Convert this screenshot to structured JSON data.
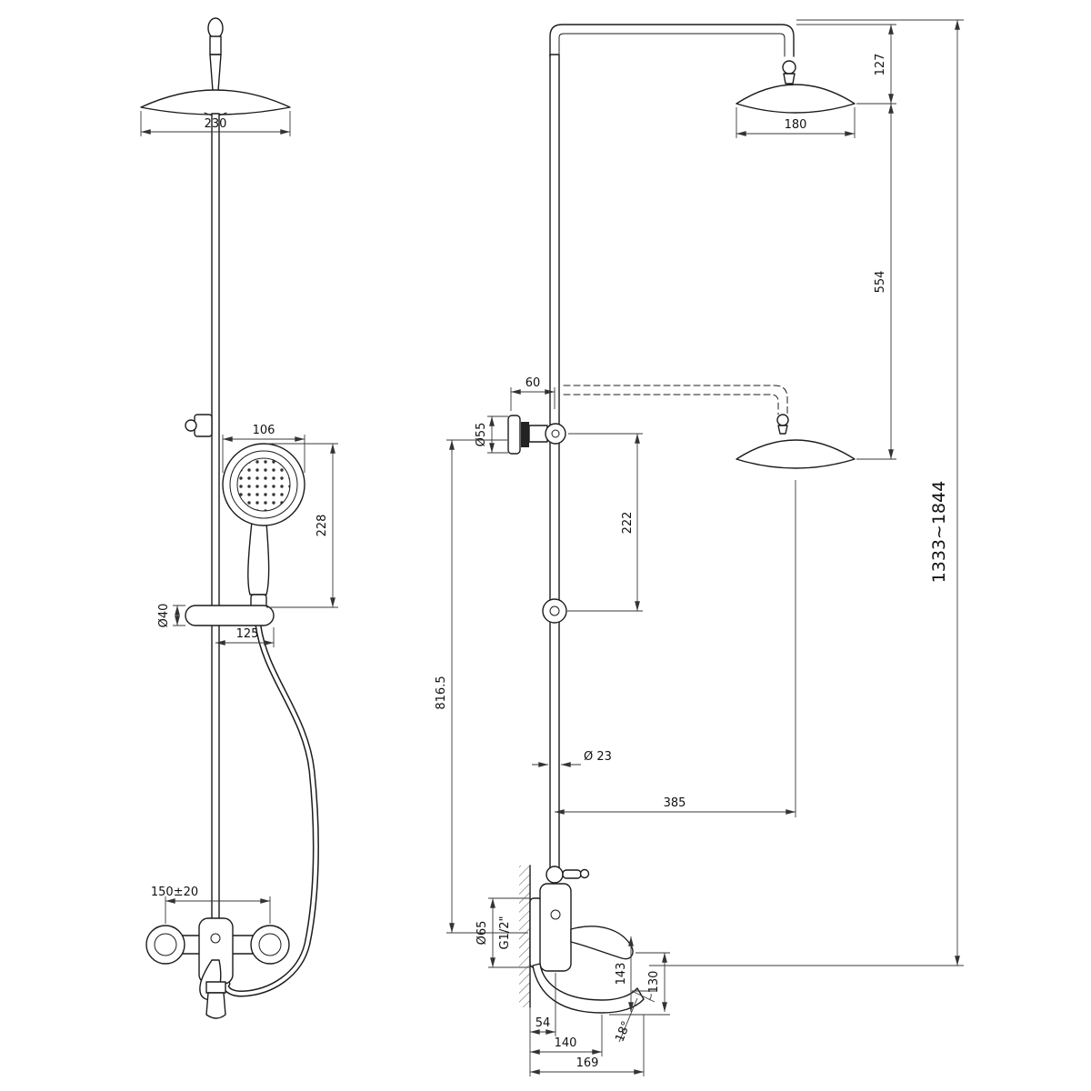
{
  "front_view": {
    "dimensions": {
      "overhead_shower_width": "230",
      "hand_shower_face_width": "106",
      "hand_shower_length": "228",
      "slide_bar_diameter": "Ø40",
      "holder_length": "125",
      "supply_centers": "150±20"
    }
  },
  "side_view": {
    "dimensions": {
      "head_height": "127",
      "overhead_shower_depth": "180",
      "upper_column_travel": "554",
      "wall_to_column": "60",
      "bracket_diameter": "Ø55",
      "bracket_to_knob": "222",
      "column_length": "816.5",
      "pipe_diameter": "Ø 23",
      "arm_reach": "385",
      "flange_diameter": "Ø65",
      "connection_thread": "G1/2\"",
      "spout_height": "143",
      "spout_drop": "130",
      "wall_to_valve": "54",
      "spout_reach": "140",
      "spout_tip_reach": "169",
      "spout_angle": "18°"
    }
  },
  "overall": {
    "total_height": "1333~1844"
  }
}
